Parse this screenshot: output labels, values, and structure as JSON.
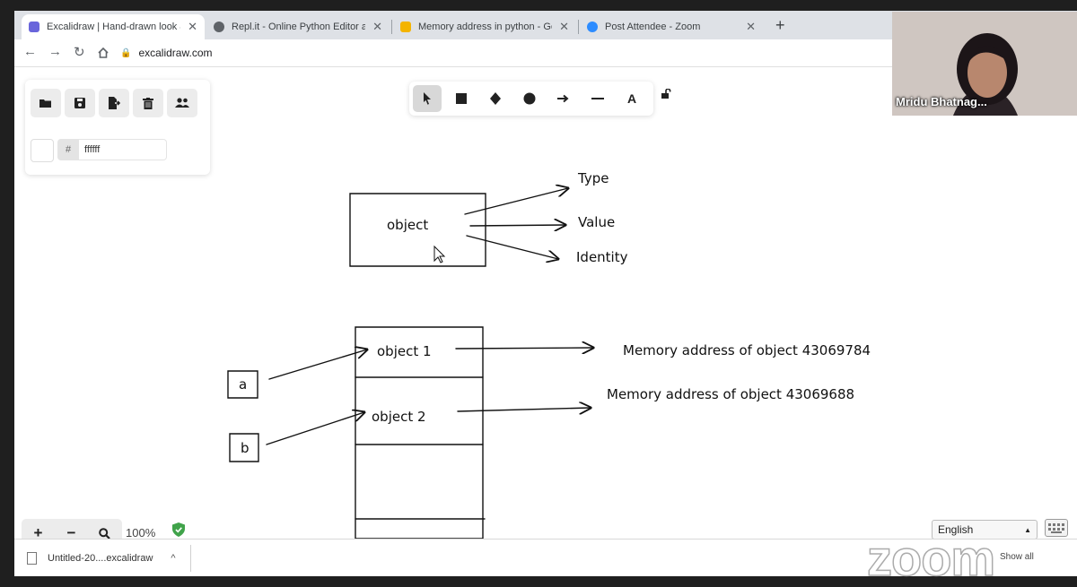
{
  "browser": {
    "tabs": [
      {
        "title": "Excalidraw | Hand-drawn look &",
        "close": "✕",
        "favicon_color": "#6965db",
        "active": true
      },
      {
        "title": "Repl.it - Online Python Editor an",
        "close": "✕",
        "favicon_color": "#5f6368",
        "active": false
      },
      {
        "title": "Memory address in python - Go",
        "close": "✕",
        "favicon_color": "#f4b400",
        "active": false
      },
      {
        "title": "Post Attendee - Zoom",
        "close": "✕",
        "favicon_color": "#2d8cff",
        "active": false
      }
    ],
    "new_tab": "+",
    "url": "excalidraw.com"
  },
  "excalidraw": {
    "color_hash": "#",
    "color_value": "ffffff",
    "zoom_level": "100%",
    "shape_tools": [
      "select",
      "rectangle",
      "diamond",
      "ellipse",
      "arrow",
      "line",
      "text"
    ],
    "text_tool_glyph": "A"
  },
  "drawing": {
    "object_label": "object",
    "properties": [
      "Type",
      "Value",
      "Identity"
    ],
    "rows": [
      "object 1",
      "object 2"
    ],
    "addresses": [
      "Memory address of object 43069784",
      "Memory address of object 43069688"
    ],
    "variables": [
      "a",
      "b"
    ]
  },
  "language": {
    "selected": "English",
    "caret": "▲"
  },
  "downloads": {
    "file": "Untitled-20....excalidraw",
    "caret": "^",
    "show_all": "Show all"
  },
  "zoom": {
    "participant": "Mridu Bhatnag...",
    "watermark": "zoom"
  }
}
